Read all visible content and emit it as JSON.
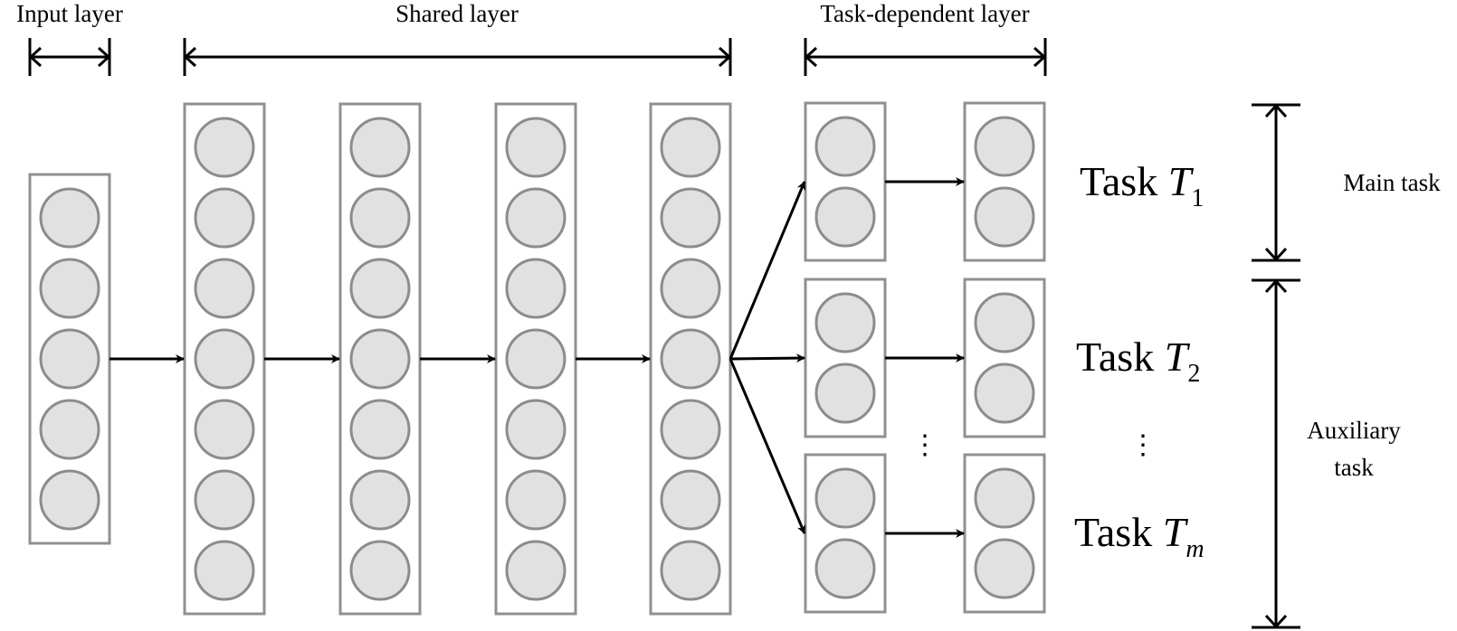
{
  "diagram": {
    "headers": {
      "input": "Input layer",
      "shared": "Shared layer",
      "task_dependent": "Task-dependent layer"
    },
    "input_layer": {
      "nodes": 5
    },
    "shared_layers": [
      {
        "nodes": 7
      },
      {
        "nodes": 7
      },
      {
        "nodes": 7
      },
      {
        "nodes": 7
      }
    ],
    "tasks": [
      {
        "prefix": "Task ",
        "symbol": "T",
        "subscript": "1",
        "nodes_per_layer": 2,
        "layers": 2
      },
      {
        "prefix": "Task ",
        "symbol": "T",
        "subscript": "2",
        "nodes_per_layer": 2,
        "layers": 2
      },
      {
        "prefix": "Task ",
        "symbol": "T",
        "subscript": "m",
        "nodes_per_layer": 2,
        "layers": 2
      }
    ],
    "ellipsis": "⋮",
    "groups": {
      "main": "Main task",
      "auxiliary_line1": "Auxiliary",
      "auxiliary_line2": "task"
    },
    "colors": {
      "node_fill": "#e1e1e1",
      "node_stroke": "#8c8c8c",
      "box_stroke": "#909090",
      "arrow": "#000000"
    }
  }
}
